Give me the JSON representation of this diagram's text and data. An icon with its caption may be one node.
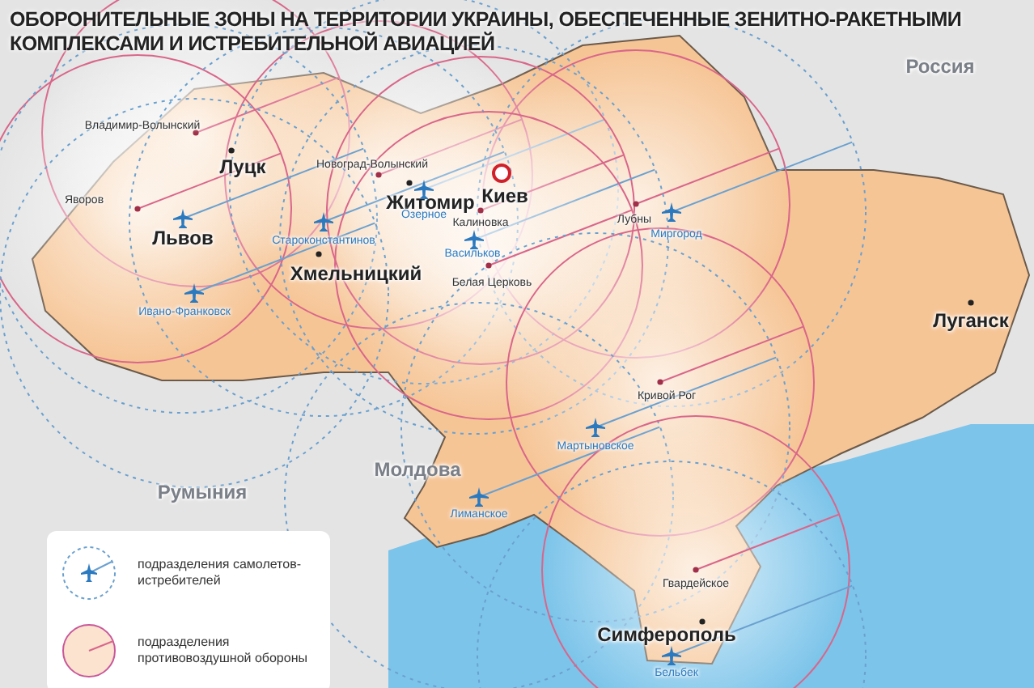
{
  "diagram": {
    "title": "ОБОРОНИТЕЛЬНЫЕ ЗОНЫ НА ТЕРРИТОРИИ УКРАИНЫ, ОБЕСПЕЧЕННЫЕ ЗЕНИТНО-РАКЕТНЫМИ КОМПЛЕКСАМИ И ИСТРЕБИТЕЛЬНОЙ АВИАЦИЕЙ",
    "labels": [
      "Россия",
      "Владимир-Волынский",
      "Новоград-Волынский",
      "Луцк",
      "Киев",
      "Яворов",
      "Житомир",
      "Озерное",
      "Лубны",
      "Калиновка",
      "Львов",
      "Миргород",
      "Староконстантинов",
      "Васильков",
      "Хмельницкий",
      "Белая Церковь",
      "Ивано-Франковск",
      "Луганск",
      "Кривой Рог",
      "Мартыновское",
      "Молдова",
      "Румыния",
      "Лиманское",
      "Гвардейское",
      "Симферополь",
      "Бельбек"
    ],
    "legend": [
      {
        "text": "подразделения самолетов-истребителей"
      },
      {
        "text": "подразделения противовоздушной обороны"
      }
    ]
  }
}
